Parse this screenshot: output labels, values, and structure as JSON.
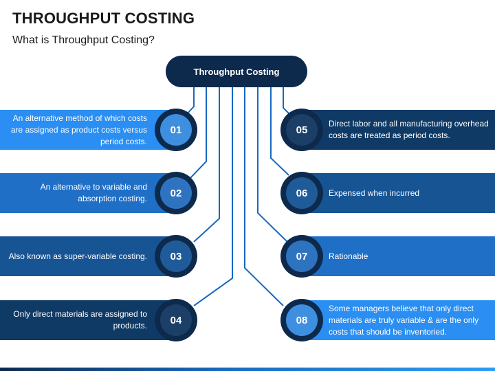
{
  "title": "THROUGHPUT COSTING",
  "subtitle": "What is Throughput Costing?",
  "hub_label": "Throughput Costing",
  "items": [
    {
      "num": "01",
      "text": "An alternative method of which costs are assigned as product costs versus period costs.",
      "color": "#2a8ef2",
      "badge": "#3f8fe0"
    },
    {
      "num": "02",
      "text": "An alternative to variable and absorption costing.",
      "color": "#1f6fc6",
      "badge": "#2e73bf"
    },
    {
      "num": "03",
      "text": "Also known as super-variable costing.",
      "color": "#175494",
      "badge": "#1f5a99"
    },
    {
      "num": "04",
      "text": "Only direct materials are assigned to products.",
      "color": "#0f3a66",
      "badge": "#1b3f66"
    },
    {
      "num": "05",
      "text": "Direct labor and all manufacturing overhead costs are treated as period costs.",
      "color": "#0f3a66",
      "badge": "#1b3f66"
    },
    {
      "num": "06",
      "text": "Expensed when incurred",
      "color": "#175494",
      "badge": "#1f5a99"
    },
    {
      "num": "07",
      "text": "Rationable",
      "color": "#1f6fc6",
      "badge": "#2e73bf"
    },
    {
      "num": "08",
      "text": "Some managers believe that only direct materials are truly variable & are the only costs that should be inventoried.",
      "color": "#2a8ef2",
      "badge": "#3f8fe0"
    }
  ],
  "colors": {
    "dark_navy": "#0d2a4d",
    "connector": "#1769c0"
  }
}
